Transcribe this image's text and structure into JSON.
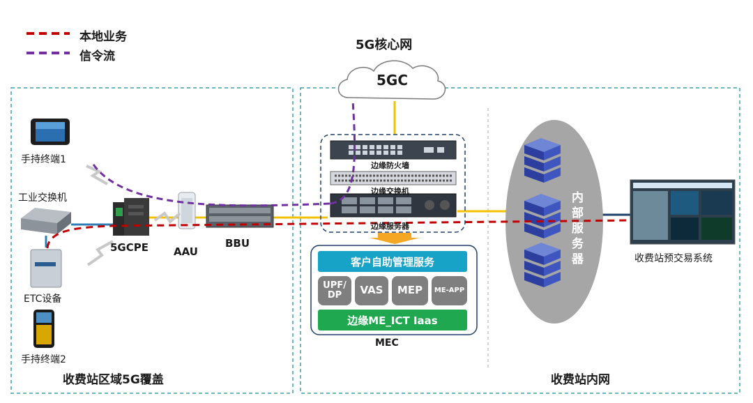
{
  "legend": {
    "local_service": "本地业务",
    "signaling_flow": "信令流"
  },
  "core": {
    "title": "5G核心网",
    "cloud_label": "5GC"
  },
  "left_region": {
    "title": "收费站区域5G覆盖",
    "devices": {
      "handheld1": "手持终端1",
      "industrial_switch": "工业交换机",
      "etc_device": "ETC设备",
      "handheld2": "手持终端2",
      "cpe": "5GCPE",
      "aau": "AAU",
      "bbu": "BBU"
    }
  },
  "edge": {
    "firewall": "边缘防火墙",
    "switch": "边缘交换机",
    "server": "边缘服务器"
  },
  "mec": {
    "label": "MEC",
    "top_bar": "客户自助管理服务",
    "modules": [
      "UPF/\nDP",
      "VAS",
      "MEP",
      "ME-APP"
    ],
    "bottom_bar": "边缘ME_ICT Iaas"
  },
  "right_region": {
    "title": "收费站内网",
    "internal_server": "内部服务器",
    "system": "收费站预交易系统"
  },
  "colors": {
    "local_line": "#c00000",
    "signal_line": "#7030a0",
    "yellow_link": "#f2c200",
    "blue_link": "#2f7fb5",
    "mec_teal": "#17a2c8",
    "mec_green": "#1fa84f",
    "region_border": "#3aa0a8"
  }
}
